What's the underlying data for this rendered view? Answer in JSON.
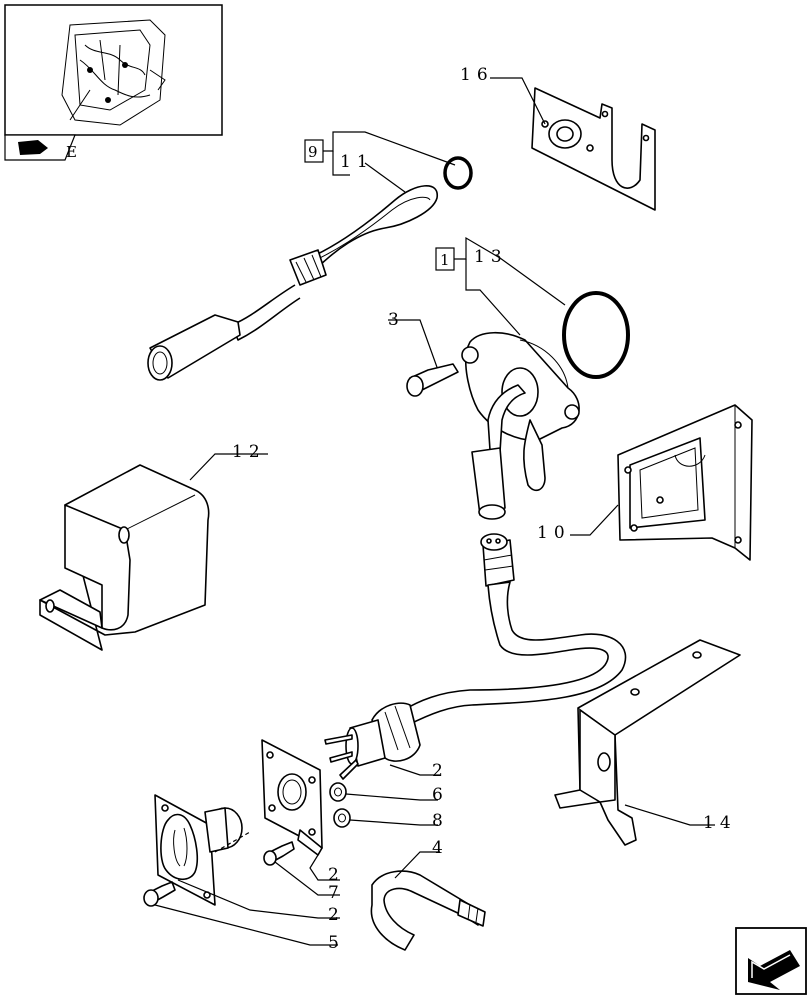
{
  "thumbnail": {
    "caption": "E"
  },
  "callouts": {
    "c16": "16",
    "c9_box": "9",
    "c11": "11",
    "c1_box": "1",
    "c13": "13",
    "c3": "3",
    "c12": "12",
    "c10": "10",
    "c2a": "2",
    "c6": "6",
    "c8": "8",
    "c14": "14",
    "c4": "4",
    "c2b": "2",
    "c7": "7",
    "c2c": "2",
    "c5": "5"
  },
  "icons": {
    "nav": "arrow-down-left-icon",
    "book": "book-icon"
  }
}
